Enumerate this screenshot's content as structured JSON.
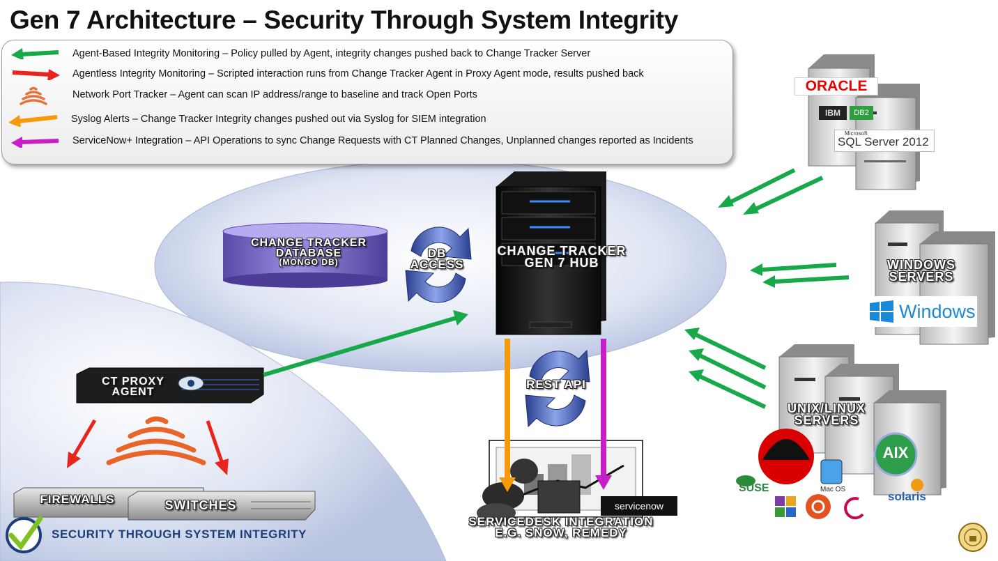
{
  "title": "Gen 7 Architecture – Security Through System Integrity",
  "legend": [
    {
      "icon": "green-arrow-icon",
      "color": "#17a84a",
      "text": "Agent-Based Integrity Monitoring – Policy pulled by Agent, integrity changes pushed back to Change Tracker Server"
    },
    {
      "icon": "red-arrow-icon",
      "color": "#e8241c",
      "text": "Agentless Integrity Monitoring – Scripted interaction runs from Change Tracker Agent in Proxy Agent mode, results pushed back"
    },
    {
      "icon": "port-scan-waves-icon",
      "color": "#e8703a",
      "text": "Network Port Tracker – Agent can scan IP address/range to baseline and track Open Ports"
    },
    {
      "icon": "orange-arrow-icon",
      "color": "#f59b0b",
      "text": "Syslog Alerts – Change Tracker Integrity changes pushed out via Syslog for SIEM integration"
    },
    {
      "icon": "magenta-arrow-icon",
      "color": "#c81ec8",
      "text": "ServiceNow+ Integration – API Operations to sync Change Requests with CT Planned Changes, Unplanned changes reported as Incidents"
    }
  ],
  "nodes": {
    "hub": {
      "line1": "CHANGE TRACKER",
      "line2": "GEN 7 HUB"
    },
    "database": {
      "line1": "CHANGE TRACKER",
      "line2": "DATABASE",
      "line3": "(MONGO DB)"
    },
    "db_access": {
      "line1": "DB",
      "line2": "ACCESS"
    },
    "rest_api": "REST API",
    "proxy": {
      "line1": "CT PROXY",
      "line2": "AGENT",
      "badge": "NMAP"
    },
    "firewalls": "FIREWALLS",
    "switches": "SWITCHES",
    "windows": {
      "line1": "WINDOWS",
      "line2": "SERVERS",
      "logo": "Windows"
    },
    "unix": {
      "line1": "UNIX/LINUX",
      "line2": "SERVERS"
    },
    "servicedesk": {
      "line1": "SERVICEDESK INTEGRATION",
      "line2": "E.G. SNOW, REMEDY",
      "logo": "servicenow"
    }
  },
  "db_logos": {
    "oracle": "ORACLE",
    "ibm": "IBM",
    "db2": "DB2",
    "microsoft": "Microsoft",
    "sqlserver": "SQL Server 2012"
  },
  "os_logos": {
    "suse": "SUSE",
    "macos": "Mac OS",
    "aix": "AIX",
    "solaris": "solaris"
  },
  "footer": "SECURITY THROUGH SYSTEM INTEGRITY",
  "colors": {
    "green": "#17a84a",
    "red": "#e8241c",
    "orange": "#f59b0b",
    "magenta": "#c81ec8",
    "ellipse": "#c9d2ea",
    "footer": "#1c3f7a"
  }
}
